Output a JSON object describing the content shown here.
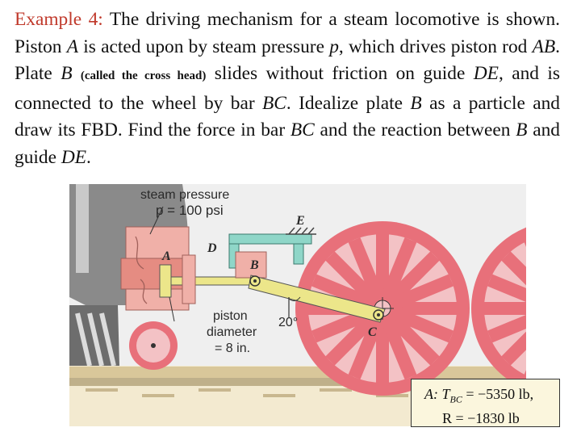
{
  "problem": {
    "label": "Example 4:",
    "p1": " The driving mechanism for a steam locomotive is shown. Piston ",
    "v_A": "A",
    "p2": " is acted upon by steam pressure ",
    "v_p": "p",
    "p3": ", which drives piston rod ",
    "v_AB": "AB",
    "p4": ". Plate ",
    "v_B1": "B",
    "small": "(called the cross head)",
    "p5": " slides without friction on guide ",
    "v_DE1": "DE",
    "p6": ", and is connected to the wheel by bar ",
    "v_BC1": "BC",
    "p7": ". Idealize plate ",
    "v_B2": "B",
    "p8": " as a particle and draw its FBD. Find the force in bar ",
    "v_BC2": "BC",
    "p9": " and the reaction between ",
    "v_B3": "B",
    "p10": " and guide ",
    "v_DE2": "DE",
    "p11": "."
  },
  "figure": {
    "steam_pressure": "steam pressure",
    "pressure_value": "p = 100 psi",
    "label_A": "A",
    "label_B": "B",
    "label_C": "C",
    "label_D": "D",
    "label_E": "E",
    "angle": "20°",
    "piston_line1": "piston",
    "piston_line2": "diameter",
    "piston_line3": "= 8 in.",
    "colors": {
      "wheel": "#e8707a",
      "bar": "#ece68a",
      "guide": "#8fd6c8",
      "cylinder": "#f0b0a8",
      "boiler": "#8a8a8a",
      "rail": "#d9c79a"
    }
  },
  "answer": {
    "prefix": "A:",
    "T": "T",
    "sub": "BC",
    "line1_rest": " = −5350 lb,",
    "line2": "R = −1830 lb"
  }
}
